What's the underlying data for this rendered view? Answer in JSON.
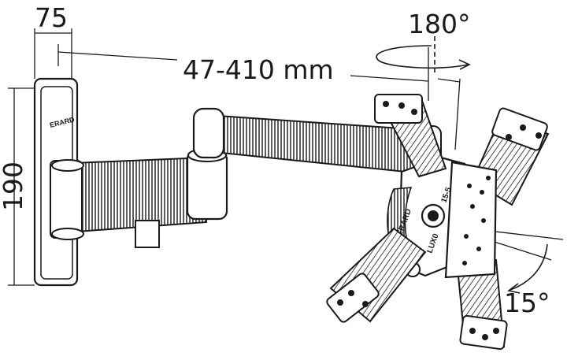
{
  "dimensions": {
    "depth_offset": "75",
    "arm_extension": "47-410 mm",
    "wall_plate_height": "190",
    "swivel_angle": "180°",
    "tilt_angle": "15°"
  },
  "markings": {
    "brand": "ERARD",
    "model_line_1": "LUX0",
    "model_line_2": "15-5"
  },
  "colors": {
    "line": "#1a1a1a",
    "surface": "#ffffff",
    "shade": "#d9d9d9"
  }
}
